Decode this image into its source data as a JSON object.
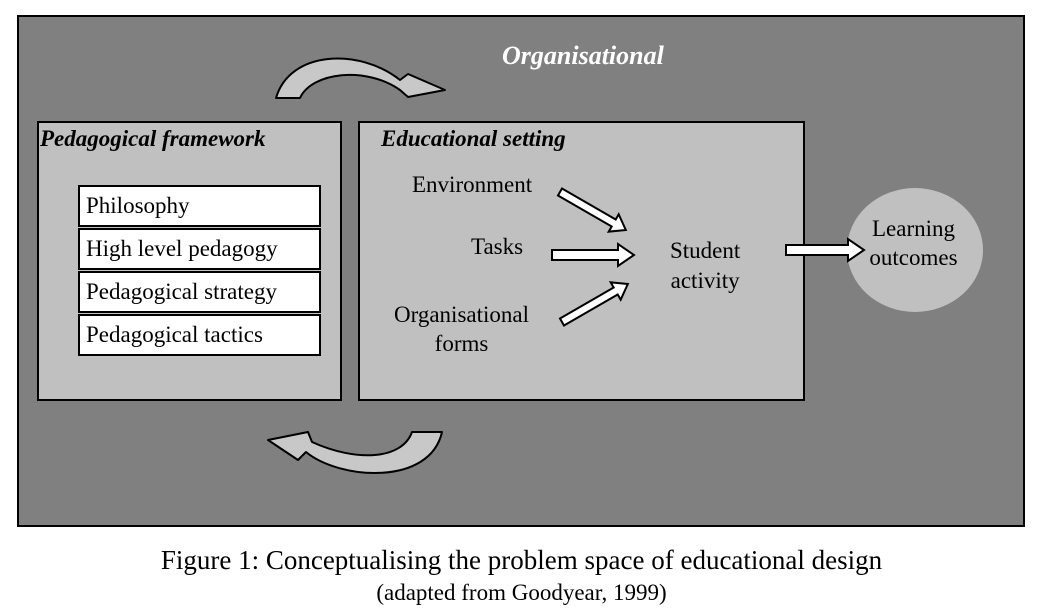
{
  "diagram": {
    "outer_title": "Organisational",
    "pedagogical_framework": {
      "title": "Pedagogical framework",
      "levels": [
        "Philosophy",
        "High level pedagogy",
        "Pedagogical strategy",
        "Pedagogical tactics"
      ]
    },
    "educational_setting": {
      "title": "Educational setting",
      "inputs": {
        "environment": "Environment",
        "tasks": "Tasks",
        "organisational_forms": [
          "Organisational",
          "forms"
        ]
      },
      "activity": [
        "Student",
        "activity"
      ]
    },
    "outcome": [
      "Learning",
      "outcomes"
    ]
  },
  "caption": {
    "line1": "Figure 1: Conceptualising the problem space of educational design",
    "line2": "(adapted from Goodyear, 1999)"
  }
}
